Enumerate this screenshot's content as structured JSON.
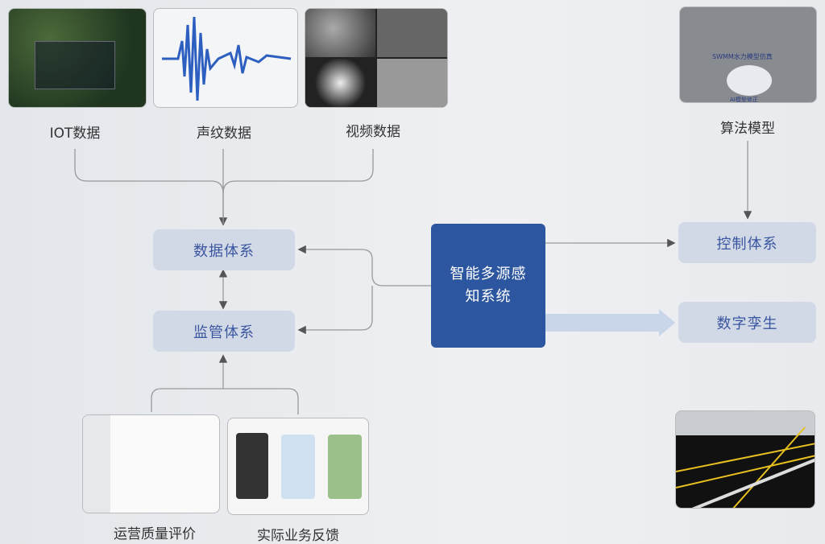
{
  "sources": {
    "iot": "IOT数据",
    "acoustic": "声纹数据",
    "video": "视频数据",
    "algorithm": "算法模型"
  },
  "algorithm_image_text": {
    "title": "SWMM水力模型仿真",
    "subtitle": "AI模型修正"
  },
  "systems": {
    "data": "数据体系",
    "supervision": "监管体系",
    "control": "控制体系",
    "digital_twin": "数字孪生"
  },
  "center": {
    "label": "智能多源感知系统"
  },
  "feedback": {
    "quality": "运营质量评价",
    "business": "实际业务反馈"
  },
  "colors": {
    "center": "#2d56a0",
    "box": "#d2d9e6",
    "box_text": "#3a56a0",
    "arrow": "#c9d6ea"
  }
}
